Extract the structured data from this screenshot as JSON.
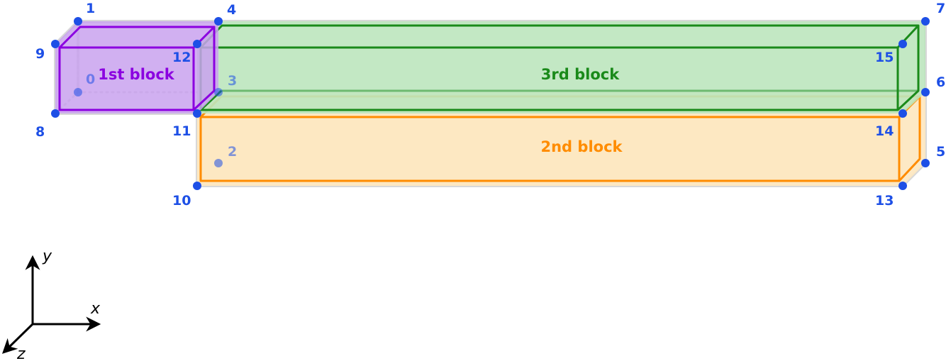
{
  "blocks": [
    {
      "id": "block-1",
      "label": "1st block",
      "color": "#8b00e0",
      "fill": "#c9a2ef"
    },
    {
      "id": "block-2",
      "label": "2nd block",
      "color": "#ff8c00",
      "fill": "#fde8c2"
    },
    {
      "id": "block-3",
      "label": "3rd block",
      "color": "#1a8a1a",
      "fill": "#bde6be"
    }
  ],
  "vertices": [
    "0",
    "1",
    "2",
    "3",
    "4",
    "5",
    "6",
    "7",
    "8",
    "9",
    "10",
    "11",
    "12",
    "13",
    "14",
    "15"
  ],
  "vertex_color": "#1d4fe6",
  "outline_color": "#d8d8d8",
  "axes": {
    "x": "x",
    "y": "y",
    "z": "z"
  }
}
